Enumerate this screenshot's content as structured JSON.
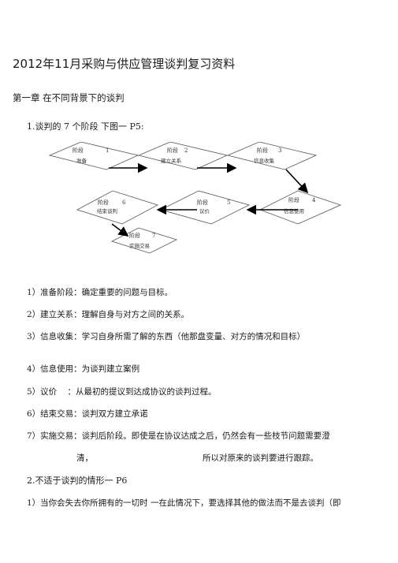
{
  "title": "2012年11月采购与供应管理谈判复习资料",
  "chapter": "第一章 在不同背景下的谈判",
  "section1": "1.谈判的 7 个阶段 下图一 P5:",
  "diagram": {
    "stages": [
      {
        "label": "阶段",
        "num": "1",
        "name": "准备"
      },
      {
        "label": "阶段",
        "num": "2",
        "name": "建立关系"
      },
      {
        "label": "阶段",
        "num": "3",
        "name": "信息收集"
      },
      {
        "label": "阶段",
        "num": "4",
        "name": "信息使用"
      },
      {
        "label": "阶段",
        "num": "5",
        "name": "议价"
      },
      {
        "label": "阶段",
        "num": "6",
        "name": "结束谈判"
      },
      {
        "label": "阶段",
        "num": "7",
        "name": "实施交易"
      }
    ]
  },
  "items": {
    "i1": "1）准备阶段：确定重要的问题与目标。",
    "i2": "2）建立关系：理解自身与对方之间的关系。",
    "i3": "3）信息收集：学习自身所需了解的东西（他那盘变量、对方的情况和目标）",
    "i4": "4）信息使用：为谈判建立案例",
    "i5": "5）议价    ：从最初的提议到达成协议的谈判过程。",
    "i6": "6）结束交易：谈判双方建立承诺",
    "i7": "7）实施交易：谈判后阶段。即使是在协议达成之后，仍然会有一些枝节问题需要澄",
    "i7b": "清，",
    "i7c": "所以对原来的谈判要进行跟踪。"
  },
  "section2": "2.不适于谈判的情形一 P6",
  "item21": "1）当你会失去你所拥有的一切时 一在此情况下，要选择其他的做法而不是去谈判（即"
}
